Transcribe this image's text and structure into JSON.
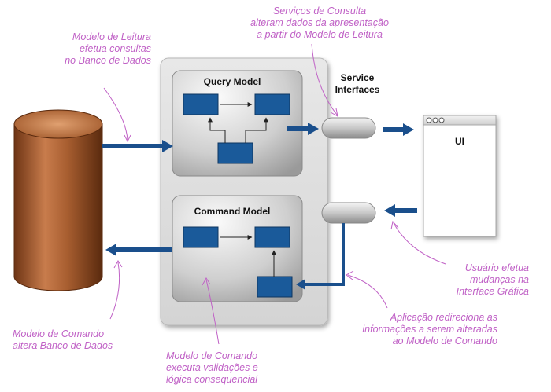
{
  "boxes": {
    "query_title": "Query Model",
    "command_title": "Command Model",
    "service_title": [
      "Service",
      "Interfaces"
    ],
    "ui_label": "UI"
  },
  "annotations": {
    "read_model": [
      "Modelo de Leitura",
      "efetua consultas",
      "no Banco de Dados"
    ],
    "query_services": [
      "Serviços de Consulta",
      "alteram dados da apresentação",
      "a partir do Modelo de Leitura"
    ],
    "user_changes": [
      "Usuário efetua",
      "mudanças na",
      "Interface Gráfica"
    ],
    "app_redirect": [
      "Aplicação redireciona as",
      "informações a serem alteradas",
      "ao Modelo de Comando"
    ],
    "command_db": [
      "Modelo de Comando",
      "altera Banco de Dados"
    ],
    "command_validation": [
      "Modelo de Comando",
      "executa validações e",
      "lógica consequencial"
    ]
  },
  "colors": {
    "annotation": "#c061c6",
    "blue_block": "#1a5a9a",
    "arrow": "#1a4f8c",
    "db_brown": "#8a4a20"
  }
}
